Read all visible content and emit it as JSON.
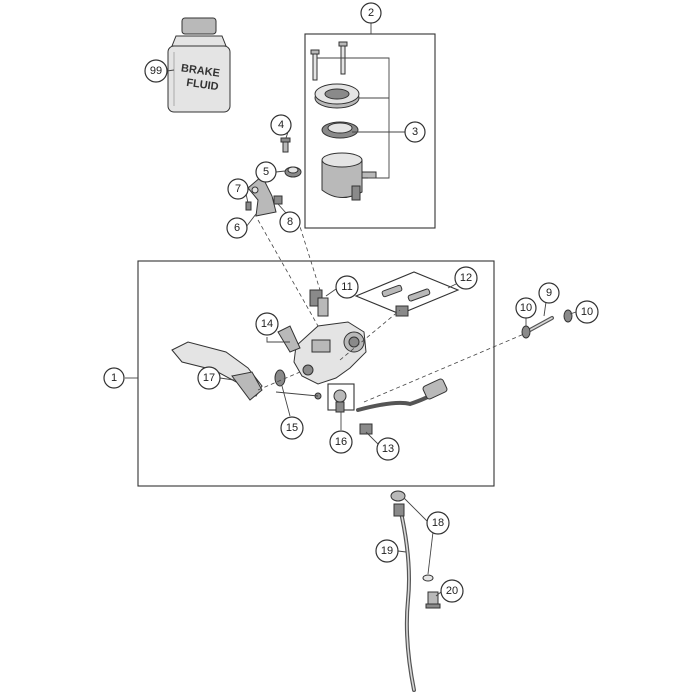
{
  "bottle": {
    "line1": "BRAKE",
    "line2": "FLUID"
  },
  "callouts": [
    {
      "id": "1",
      "label": "1"
    },
    {
      "id": "2",
      "label": "2"
    },
    {
      "id": "3",
      "label": "3"
    },
    {
      "id": "4",
      "label": "4"
    },
    {
      "id": "5",
      "label": "5"
    },
    {
      "id": "6",
      "label": "6"
    },
    {
      "id": "7",
      "label": "7"
    },
    {
      "id": "8",
      "label": "8"
    },
    {
      "id": "9",
      "label": "9"
    },
    {
      "id": "10a",
      "label": "10"
    },
    {
      "id": "10b",
      "label": "10"
    },
    {
      "id": "11",
      "label": "11"
    },
    {
      "id": "12",
      "label": "12"
    },
    {
      "id": "13",
      "label": "13"
    },
    {
      "id": "14",
      "label": "14"
    },
    {
      "id": "15",
      "label": "15"
    },
    {
      "id": "16",
      "label": "16"
    },
    {
      "id": "17",
      "label": "17"
    },
    {
      "id": "18",
      "label": "18"
    },
    {
      "id": "19",
      "label": "19"
    },
    {
      "id": "20",
      "label": "20"
    },
    {
      "id": "99",
      "label": "99"
    }
  ]
}
